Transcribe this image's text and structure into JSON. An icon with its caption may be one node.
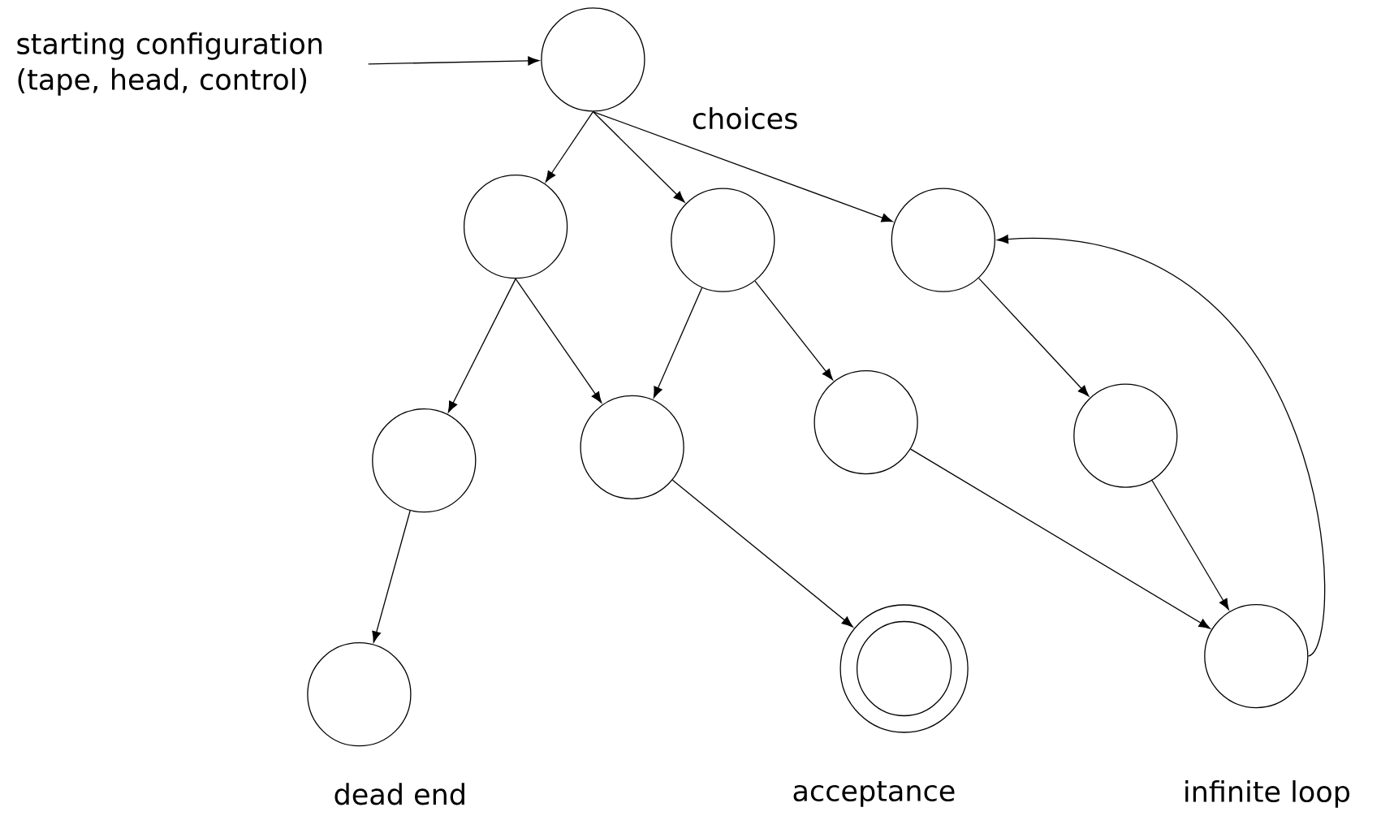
{
  "diagram": {
    "nodes": [
      {
        "text": [
          "starting configuration (tape, head, control)"
        ]
      },
      {
        "text": [],
        "shape": "circle"
      },
      {
        "text": [],
        "shape": "circle"
      },
      {
        "text": [],
        "shape": "circle"
      },
      {
        "text": [],
        "shape": "circle"
      },
      {
        "text": [],
        "shape": "circle"
      },
      {
        "text": [],
        "shape": "circle"
      },
      {
        "text": [],
        "shape": "circle"
      },
      {
        "text": [],
        "shape": "circle"
      },
      {
        "text": [],
        "shape": "circle",
        "beside": [
          "dead end"
        ]
      },
      {
        "text": [],
        "shape": "doublecircle",
        "beside": [
          "acceptance"
        ]
      },
      {
        "text": [],
        "shape": "circle",
        "beside": [
          "infinite loop"
        ]
      }
    ],
    "edges": [
      {
        "from": 0,
        "to": 1,
        "arrow": "to"
      },
      {
        "from": 1,
        "to": 2,
        "arrow": "to"
      },
      {
        "from": 1,
        "to": 3,
        "arrow": "to"
      },
      {
        "from": 1,
        "to": 4,
        "arrow": "to"
      },
      {
        "from": 2,
        "to": 5,
        "arrow": "to"
      },
      {
        "from": 2,
        "to": 6,
        "arrow": "to"
      },
      {
        "from": 3,
        "to": 6,
        "arrow": "to"
      },
      {
        "from": 3,
        "to": 7,
        "arrow": "to"
      },
      {
        "from": 4,
        "to": 8,
        "arrow": "to"
      },
      {
        "from": 5,
        "to": 9,
        "arrow": "to"
      },
      {
        "from": 6,
        "to": 10,
        "arrow": "to"
      },
      {
        "from": 7,
        "to": 11,
        "arrow": "to"
      },
      {
        "from": 8,
        "to": 11,
        "arrow": "to"
      },
      {
        "from": 11,
        "to": 4,
        "arrow": "to"
      }
    ],
    "labels": [
      "choices"
    ]
  }
}
